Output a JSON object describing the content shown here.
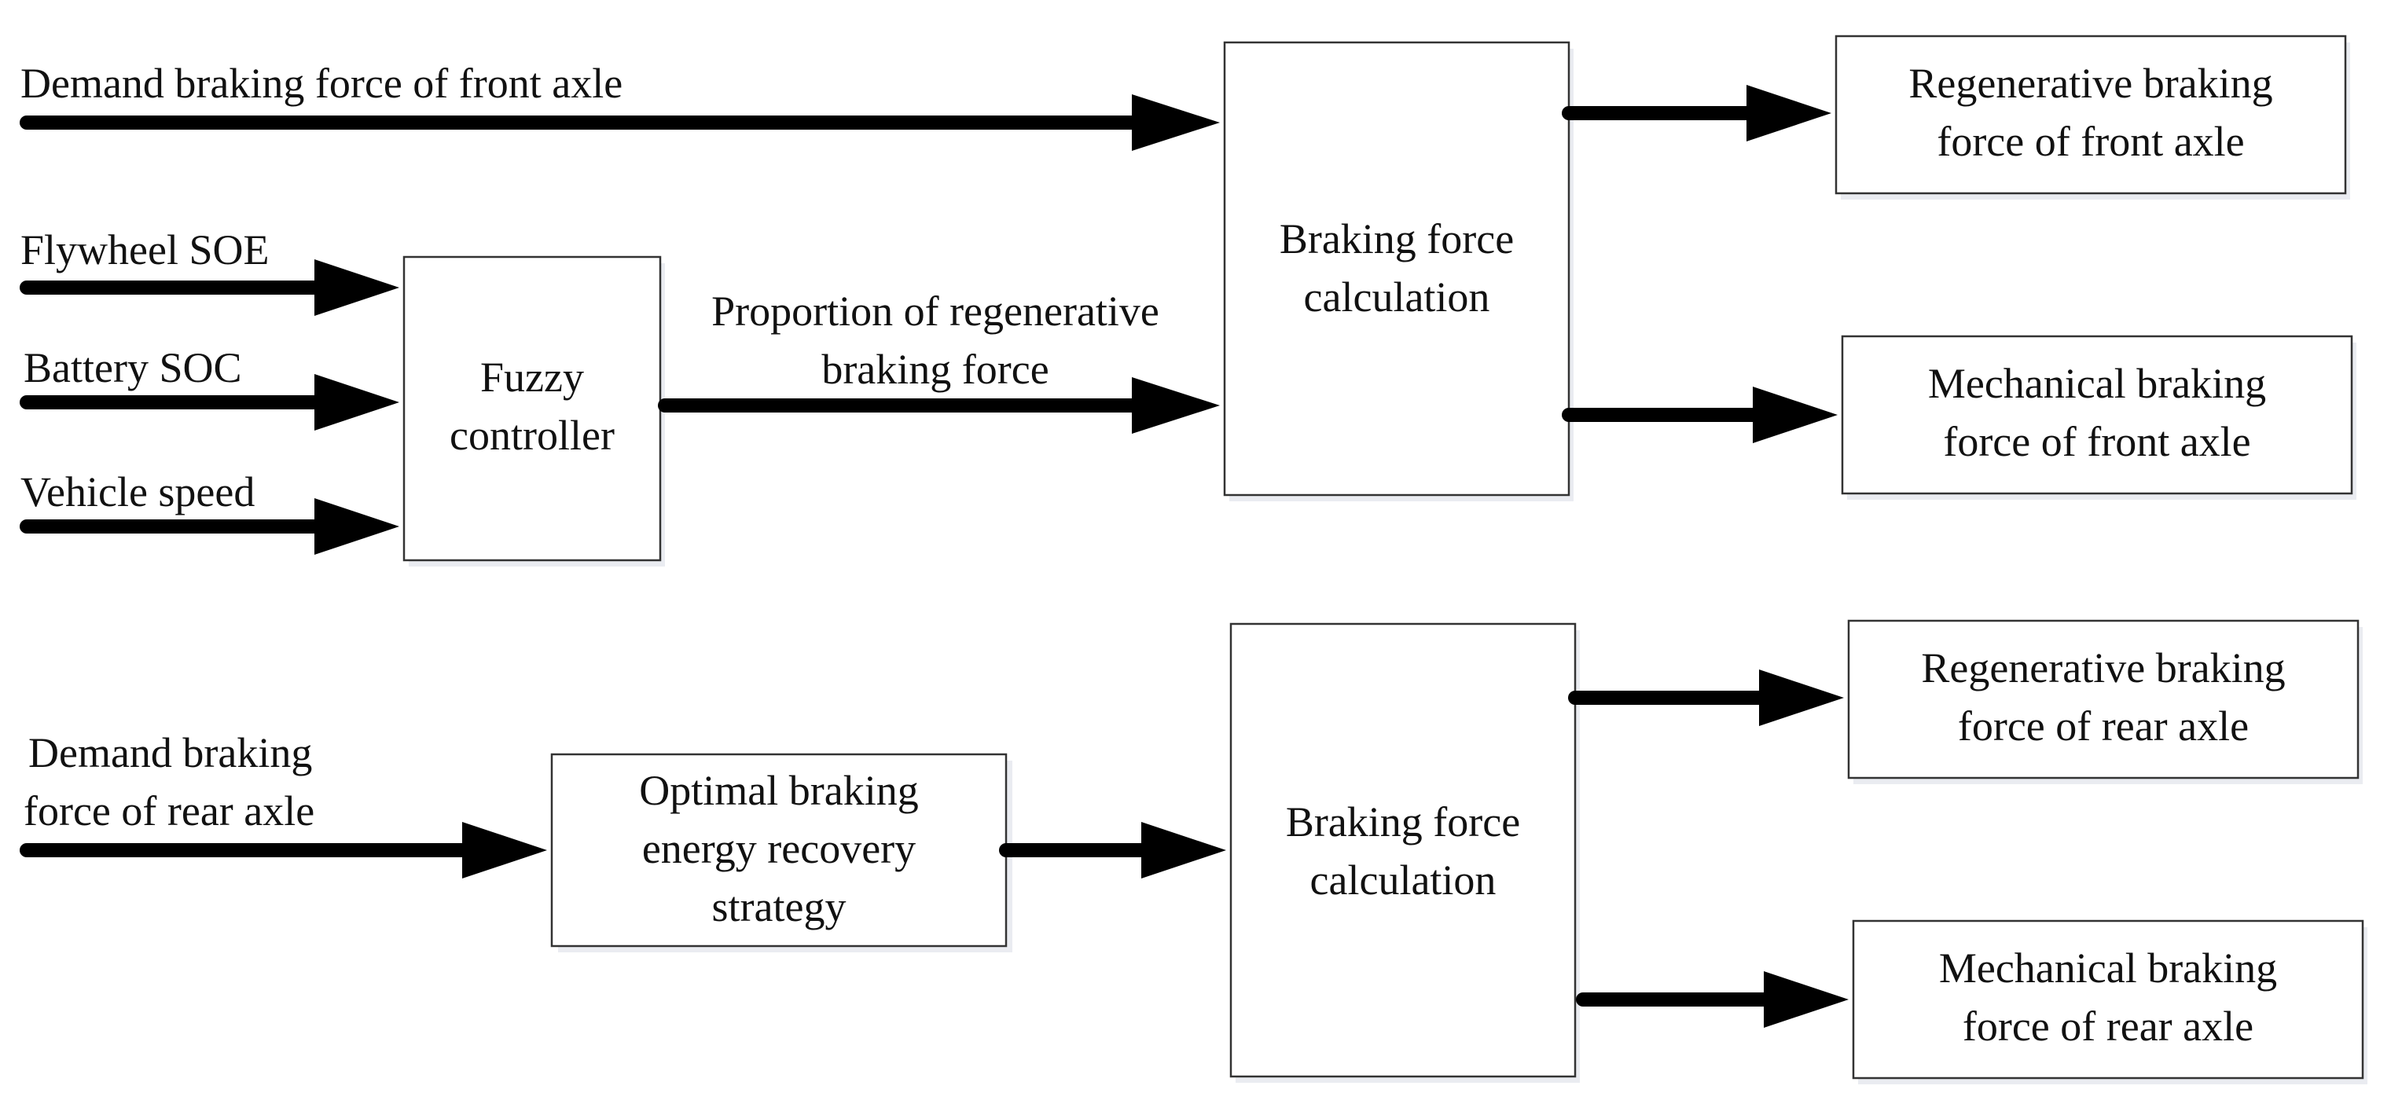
{
  "inputs": {
    "demand_front": "Demand braking force of front axle",
    "flywheel_soe": "Flywheel SOE",
    "battery_soc": "Battery SOC",
    "vehicle_speed": "Vehicle speed",
    "demand_rear_line1": "Demand braking",
    "demand_rear_line2": "force of rear axle"
  },
  "fuzzy_controller": {
    "line1": "Fuzzy",
    "line2": "controller"
  },
  "proportion_label": {
    "line1": "Proportion of regenerative",
    "line2": "braking force"
  },
  "optimal_strategy": {
    "line1": "Optimal braking",
    "line2": "energy recovery",
    "line3": "strategy"
  },
  "calc_front": {
    "line1": "Braking force",
    "line2": "calculation"
  },
  "calc_rear": {
    "line1": "Braking force",
    "line2": "calculation"
  },
  "outputs": {
    "regen_front_line1": "Regenerative braking",
    "regen_front_line2": "force of front axle",
    "mech_front_line1": "Mechanical braking",
    "mech_front_line2": "force of front axle",
    "regen_rear_line1": "Regenerative braking",
    "regen_rear_line2": "force of rear axle",
    "mech_rear_line1": "Mechanical braking",
    "mech_rear_line2": "force of rear axle"
  }
}
